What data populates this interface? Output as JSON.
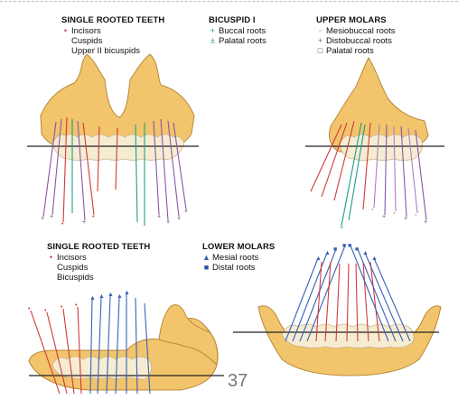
{
  "colors": {
    "bone": "#f2c46b",
    "bone_edge": "#b8893a",
    "tooth": "#f5ecd2",
    "red": "#d23a3a",
    "purple": "#8a55a8",
    "teal": "#1f9e88",
    "blue": "#3a62b8",
    "occlusal_line": "#222222"
  },
  "panels": {
    "upper_single": {
      "title": "SINGLE ROOTED TEETH",
      "items": [
        {
          "marker": "•",
          "label": "Incisors"
        },
        {
          "marker": "",
          "label": "Cuspids"
        },
        {
          "marker": "",
          "label": "Upper II bicuspids"
        }
      ]
    },
    "bicuspid": {
      "title": "BICUSPID I",
      "items": [
        {
          "marker": "+",
          "label": "Buccal roots"
        },
        {
          "marker": "±",
          "label": "Palatal roots"
        }
      ]
    },
    "upper_molars": {
      "title": "UPPER MOLARS",
      "items": [
        {
          "marker": "◦",
          "label": "Mesiobuccal roots"
        },
        {
          "marker": "+",
          "label": "Distobuccal roots"
        },
        {
          "marker": "□",
          "label": "Palatal roots"
        }
      ]
    },
    "lower_single": {
      "title": "SINGLE ROOTED TEETH",
      "items": [
        {
          "marker": "•",
          "label": "Incisors"
        },
        {
          "marker": "",
          "label": "Cuspids"
        },
        {
          "marker": "",
          "label": "Bicuspids"
        }
      ]
    },
    "lower_molars": {
      "title": "LOWER MOLARS",
      "items": [
        {
          "marker": "▲",
          "label": "Mesial roots"
        },
        {
          "marker": "■",
          "label": "Distal roots"
        }
      ]
    }
  },
  "page_number": "37"
}
